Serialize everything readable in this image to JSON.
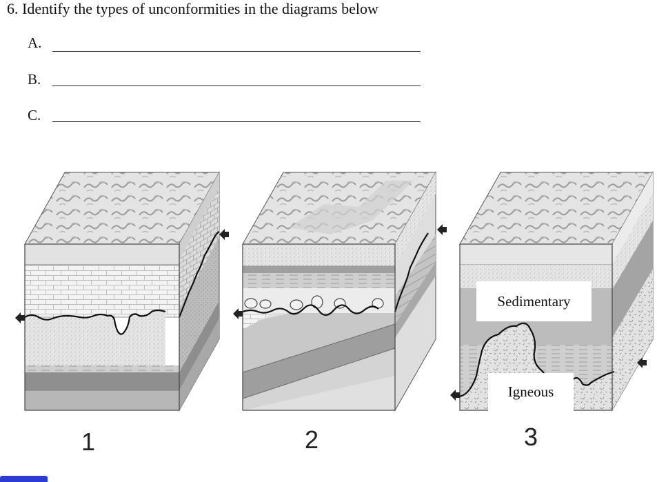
{
  "question": {
    "text": "6. Identify the types of unconformities in the diagrams below"
  },
  "answers": [
    {
      "label": "A."
    },
    {
      "label": "B."
    },
    {
      "label": "C."
    }
  ],
  "figures": [
    {
      "number": "1"
    },
    {
      "number": "2"
    },
    {
      "number": "3",
      "labels": {
        "sedimentary": "Sedimentary",
        "igneous": "Igneous"
      }
    }
  ]
}
